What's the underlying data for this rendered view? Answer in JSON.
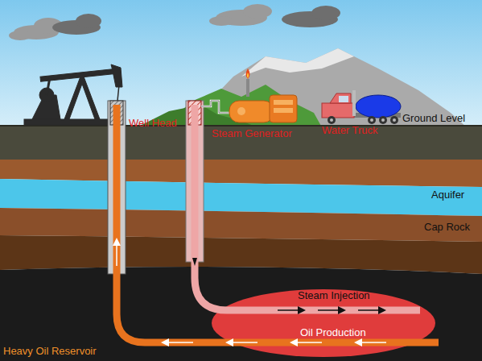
{
  "diagram": {
    "nodes": [
      {
        "text": [
          "Steam Injection",
          "Oil Production"
        ]
      }
    ],
    "labels": [
      "Well Head",
      "Steam Generator",
      "Water Truck",
      "Ground Level",
      "Aquifer",
      "Cap Rock",
      "Heavy Oil Reservoir"
    ]
  }
}
